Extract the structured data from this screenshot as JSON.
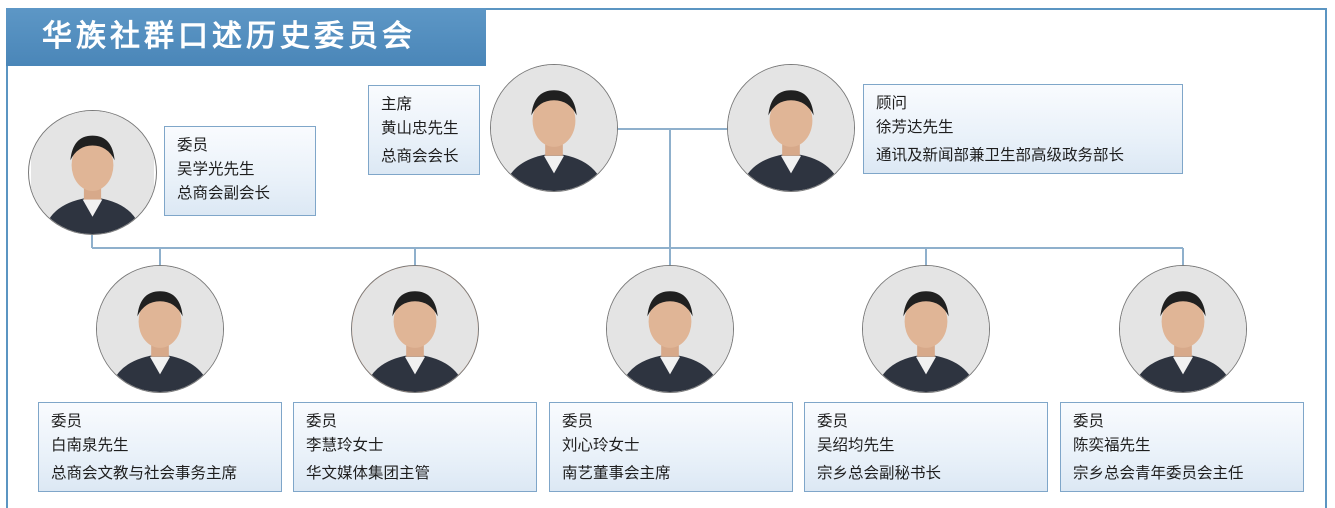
{
  "title": "华族社群口述历史委员会",
  "colors": {
    "accent": "#4a86b8",
    "line": "#8fb0cc",
    "card_border": "#7fa6c9"
  },
  "people": {
    "chair": {
      "role": "主席",
      "name": "黄山忠先生",
      "title": "总商会会长",
      "photo": "portrait-photo"
    },
    "advisor": {
      "role": "顾问",
      "name": "徐芳达先生",
      "title": "通讯及新闻部兼卫生部高级政务部长",
      "photo": "portrait-photo"
    },
    "member_top": {
      "role": "委员",
      "name": "吴学光先生",
      "title": "总商会副会长",
      "photo": "portrait-photo"
    },
    "members": [
      {
        "role": "委员",
        "name": "白南泉先生",
        "title": "总商会文教与社会事务主席",
        "photo": "portrait-photo"
      },
      {
        "role": "委员",
        "name": "李慧玲女士",
        "title": "华文媒体集团主管",
        "photo": "portrait-photo"
      },
      {
        "role": "委员",
        "name": "刘心玲女士",
        "title": "南艺董事会主席",
        "photo": "portrait-photo"
      },
      {
        "role": "委员",
        "name": "吴绍均先生",
        "title": "宗乡总会副秘书长",
        "photo": "portrait-photo"
      },
      {
        "role": "委员",
        "name": "陈奕福先生",
        "title": "宗乡总会青年委员会主任",
        "photo": "portrait-photo"
      }
    ]
  }
}
